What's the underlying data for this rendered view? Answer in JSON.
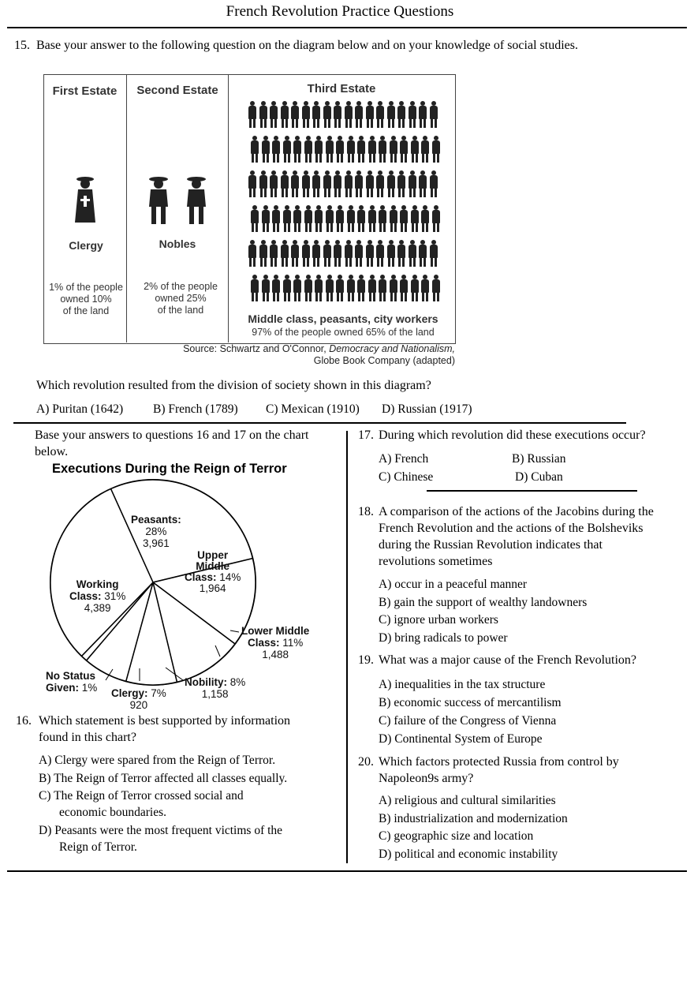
{
  "header": {
    "title": "French Revolution Practice Questions"
  },
  "q15": {
    "number": "15.",
    "intro": "Base your answer to the following question on the diagram below and on your knowledge of social studies.",
    "diagram": {
      "first_estate": "First Estate",
      "second_estate": "Second Estate",
      "third_estate": "Third Estate",
      "clergy": "Clergy",
      "nobles": "Nobles",
      "clergy_note_1": "1% of the people",
      "clergy_note_2": "owned 10%",
      "clergy_note_3": "of the land",
      "nobles_note_1": "2% of the people",
      "nobles_note_2": "owned 25%",
      "nobles_note_3": "of the land",
      "third_label": "Middle class, peasants, city workers",
      "third_note": "97% of the people owned 65% of the land",
      "source_prefix": "Source: Schwartz and O'Connor, ",
      "source_title": "Democracy and Nationalism,",
      "source_line2": "Globe Book Company (adapted)"
    },
    "question": "Which revolution resulted from the division of society shown in this diagram?",
    "options": [
      "A)  Puritan (1642)",
      "B)  French (1789)",
      "C)  Mexican (1910)",
      "D)  Russian (1917)"
    ]
  },
  "q16_17_intro": {
    "line1": "Base your answers to questions 16 and 17 on the chart",
    "line2": "below."
  },
  "chart_data": {
    "type": "pie",
    "title": "Executions During the Reign of Terror",
    "slices": [
      {
        "name": "Peasants:",
        "percent": 28,
        "pct_text": "28%",
        "count": "3,961"
      },
      {
        "name": "Upper Middle Class:",
        "percent": 14,
        "pct_text": "14%",
        "count": "1,964"
      },
      {
        "name": "Lower Middle Class:",
        "percent": 11,
        "pct_text": "11%",
        "count": "1,488"
      },
      {
        "name": "Nobility:",
        "percent": 8,
        "pct_text": "8%",
        "count": "1,158"
      },
      {
        "name": "Clergy:",
        "percent": 7,
        "pct_text": "7%",
        "count": "920"
      },
      {
        "name": "No Status Given:",
        "percent": 1,
        "pct_text": "1%",
        "count": ""
      },
      {
        "name": "Working Class:",
        "percent": 31,
        "pct_text": "31%",
        "count": "4,389"
      }
    ],
    "labels": {
      "peasants_name": "Peasants:",
      "peasants_pct": "28%",
      "peasants_count": "3,961",
      "upper_l1": "Upper",
      "upper_l2": "Middle",
      "upper_l3": "Class:",
      "upper_pct": "14%",
      "upper_count": "1,964",
      "lower_l1": "Lower Middle",
      "lower_l2": "Class:",
      "lower_pct": "11%",
      "lower_count": "1,488",
      "nobility_name": "Nobility:",
      "nobility_pct": "8%",
      "nobility_count": "1,158",
      "clergy_name": "Clergy:",
      "clergy_pct": "7%",
      "clergy_count": "920",
      "nostatus_l1": "No Status",
      "nostatus_l2": "Given:",
      "nostatus_pct": "1%",
      "working_l1": "Working",
      "working_l2": "Class:",
      "working_pct": "31%",
      "working_count": "4,389"
    }
  },
  "q16": {
    "number": "16.",
    "line1": "Which statement is best supported by information",
    "line2": "found in this chart?",
    "a": "A)  Clergy were spared from the Reign of Terror.",
    "b": "B)  The Reign of Terror affected all classes equally.",
    "c1": "C)  The Reign of Terror crossed social and",
    "c2": "economic boundaries.",
    "d1": "D)  Peasants were the most frequent victims of the",
    "d2": "Reign of Terror."
  },
  "q17": {
    "number": "17.",
    "question": "During which revolution did these executions occur?",
    "a": "A)  French",
    "b": "B)  Russian",
    "c": "C)  Chinese",
    "d": "D)  Cuban"
  },
  "q18": {
    "number": "18.",
    "line1": "A comparison of the actions of the Jacobins during the",
    "line2": "French Revolution and the actions of the Bolsheviks",
    "line3": "during the Russian Revolution indicates that",
    "line4": "revolutions sometimes",
    "a": "A)  occur in a peaceful manner",
    "b": "B)  gain the support of wealthy landowners",
    "c": "C)  ignore urban workers",
    "d": "D)  bring radicals to power"
  },
  "q19": {
    "number": "19.",
    "question": "What was a major cause of the French Revolution?",
    "a": "A)  inequalities in the tax structure",
    "b": "B)  economic success of mercantilism",
    "c": "C)  failure of the Congress of Vienna",
    "d": "D)  Continental System of Europe"
  },
  "q20": {
    "number": "20.",
    "line1": "Which factors protected Russia from control by",
    "line2": "Napoleon9s army?",
    "a": "A)  religious and cultural similarities",
    "b": "B)  industrialization and modernization",
    "c": "C)  geographic size and location",
    "d": "D)  political and economic instability"
  },
  "colors": {
    "ink": "#000000",
    "diagram_ink": "#333333"
  }
}
